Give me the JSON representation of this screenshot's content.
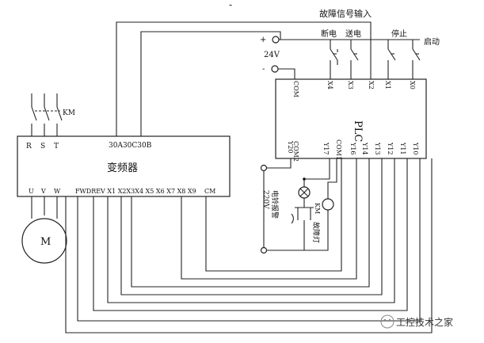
{
  "top_mark": "-",
  "fault_input_label": "故障信号输入",
  "switches": {
    "power_off": "断电",
    "power_on": "送电",
    "stop": "停止",
    "start": "启动"
  },
  "supply": {
    "plus": "+",
    "minus": "-",
    "voltage": "24V"
  },
  "plc": {
    "title": "PLC",
    "inputs": [
      "COM",
      "X4",
      "X3",
      "X2",
      "X1",
      "X0"
    ],
    "outputs": [
      "Y20",
      "COM2",
      "Y17",
      "COM1",
      "Y16",
      "Y14",
      "Y13",
      "Y12",
      "Y11",
      "Y10"
    ]
  },
  "contactor": "KM",
  "motor": "M",
  "inverter": {
    "title": "变频器",
    "fault_terminals": "30A30C30B",
    "power_in": [
      "R",
      "S",
      "T"
    ],
    "power_out": [
      "U",
      "V",
      "W"
    ],
    "control_terminals": "FWDREV X1  X2X3X4 X5 X6 X7  X8 X9",
    "cm": "CM"
  },
  "alarm_label": "电铃报警",
  "alarm_voltage": "220V",
  "km_coil": "KM",
  "fault_lamp": "故障灯",
  "watermark": "工控技术之家"
}
